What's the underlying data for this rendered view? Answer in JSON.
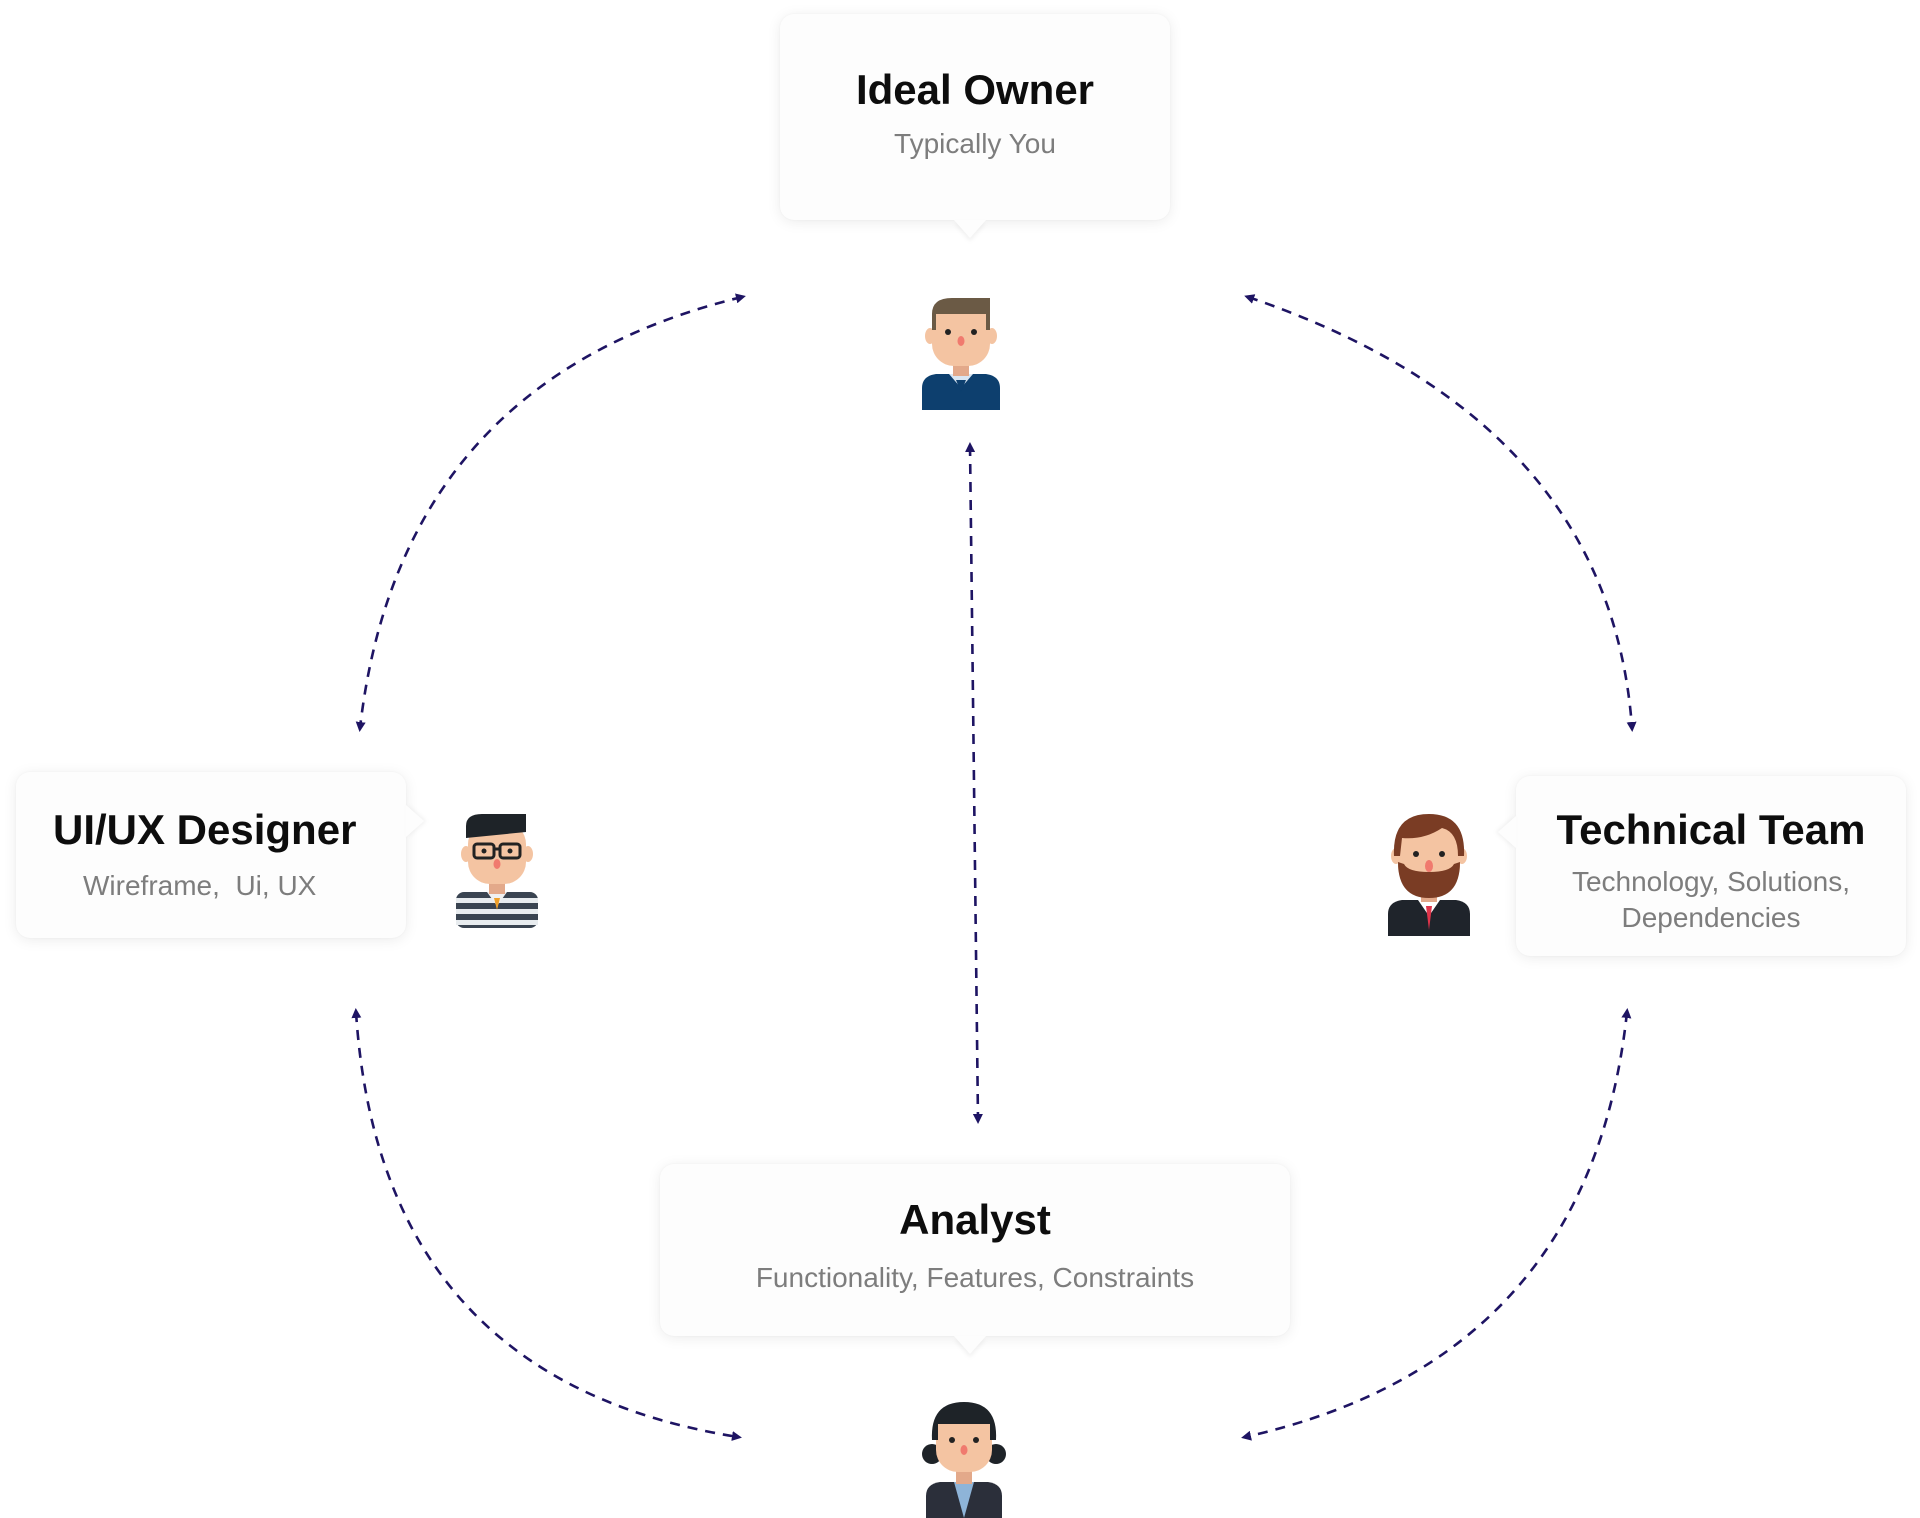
{
  "roles": {
    "owner": {
      "title": "Ideal Owner",
      "subtitle": "Typically You"
    },
    "designer": {
      "title": "UI/UX Designer",
      "subtitle": "Wireframe,  Ui, UX"
    },
    "technical": {
      "title": "Technical Team",
      "subtitle_line1": "Technology, Solutions,",
      "subtitle_line2": "Dependencies"
    },
    "analyst": {
      "title": "Analyst",
      "subtitle": "Functionality, Features, Constraints"
    }
  },
  "colors": {
    "connector": "#1e1463",
    "title": "#0d0d0d",
    "subtitle": "#7d7d7d"
  },
  "icons": [
    "owner-avatar-icon",
    "designer-avatar-icon",
    "technical-avatar-icon",
    "analyst-avatar-icon"
  ]
}
